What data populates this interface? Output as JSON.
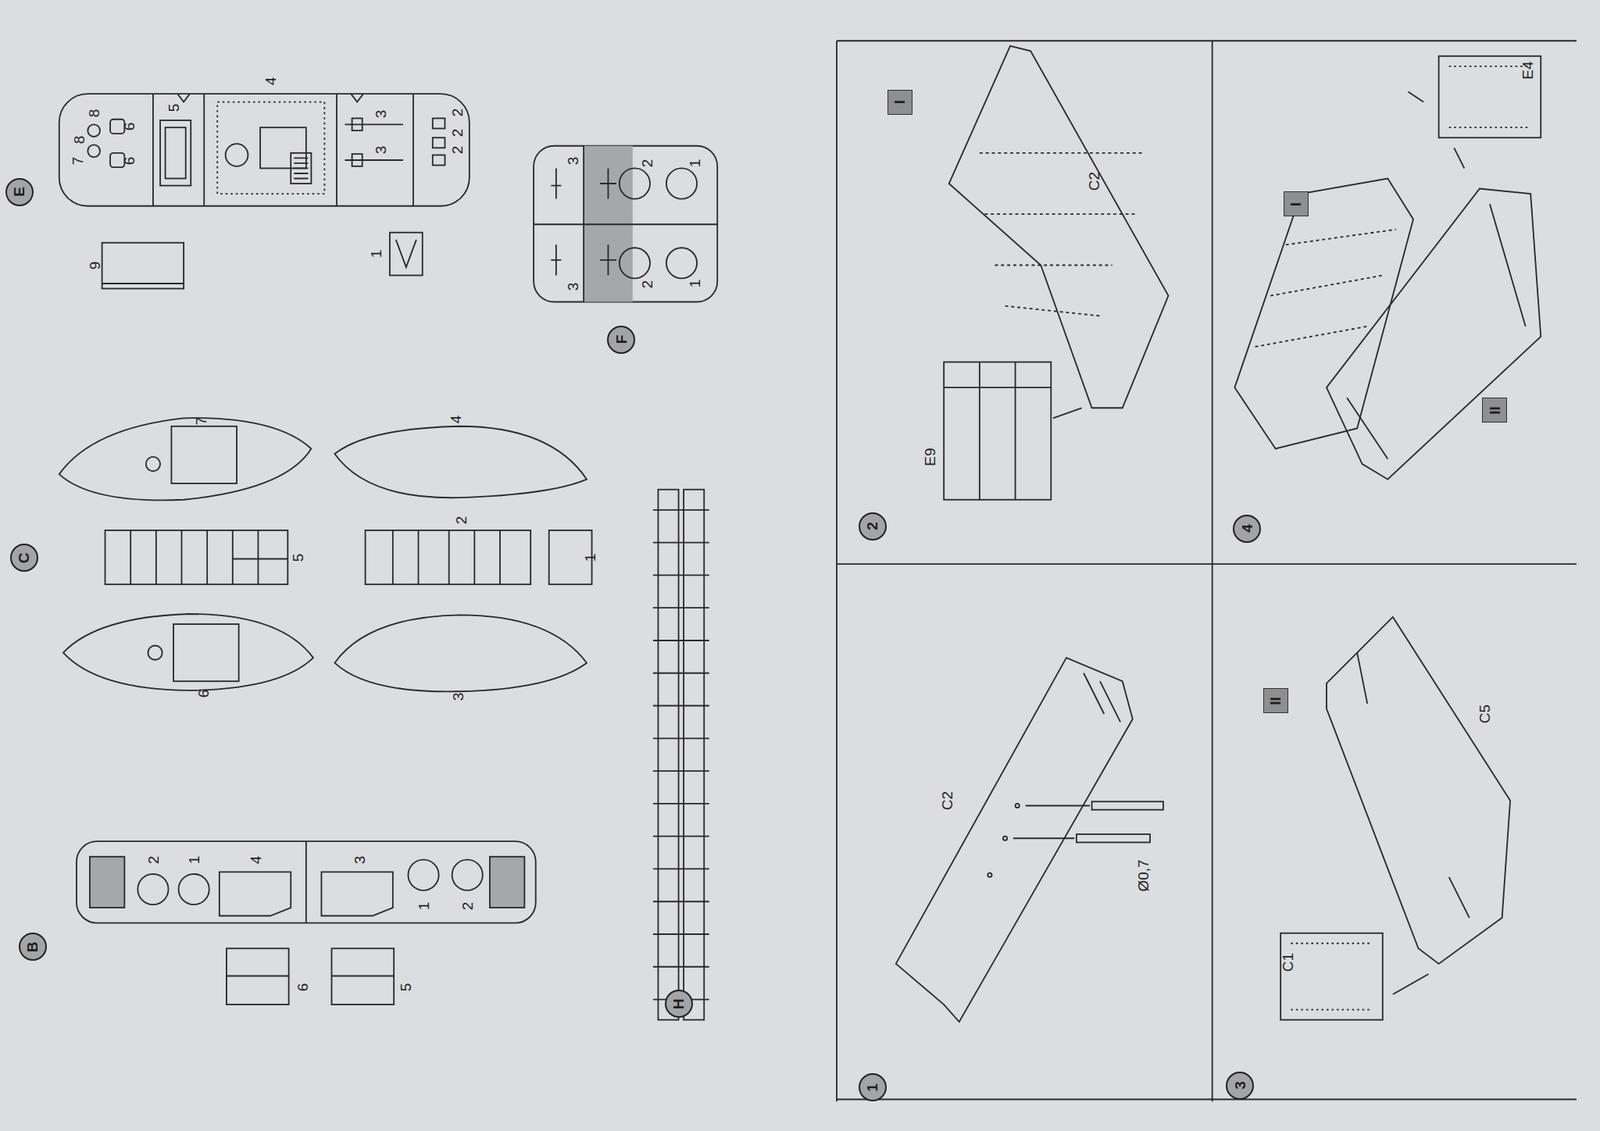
{
  "diagram": {
    "nodes": [
      {
        "text": [
          "E"
        ]
      },
      {
        "text": [
          "C"
        ]
      },
      {
        "text": [
          "B"
        ]
      },
      {
        "text": [
          "F"
        ]
      },
      {
        "text": [
          "H"
        ]
      },
      {
        "text": [
          "1"
        ]
      },
      {
        "text": [
          "2"
        ]
      },
      {
        "text": [
          "3"
        ]
      },
      {
        "text": [
          "4"
        ]
      },
      {
        "text": [
          "I"
        ]
      },
      {
        "text": [
          "I"
        ]
      },
      {
        "text": [
          "II"
        ]
      },
      {
        "text": [
          "II"
        ]
      }
    ],
    "labels": [
      "7",
      "8",
      "8",
      "6",
      "6",
      "5",
      "4",
      "3",
      "3",
      "2",
      "2",
      "2",
      "9",
      "1",
      "3",
      "2",
      "1",
      "3",
      "2",
      "1",
      "7",
      "4",
      "5",
      "2",
      "1",
      "6",
      "3",
      "2",
      "1",
      "4",
      "3",
      "1",
      "2",
      "6",
      "5",
      "C2",
      "Ø0,7",
      "E9",
      "C2",
      "C1",
      "C5",
      "E4"
    ]
  }
}
